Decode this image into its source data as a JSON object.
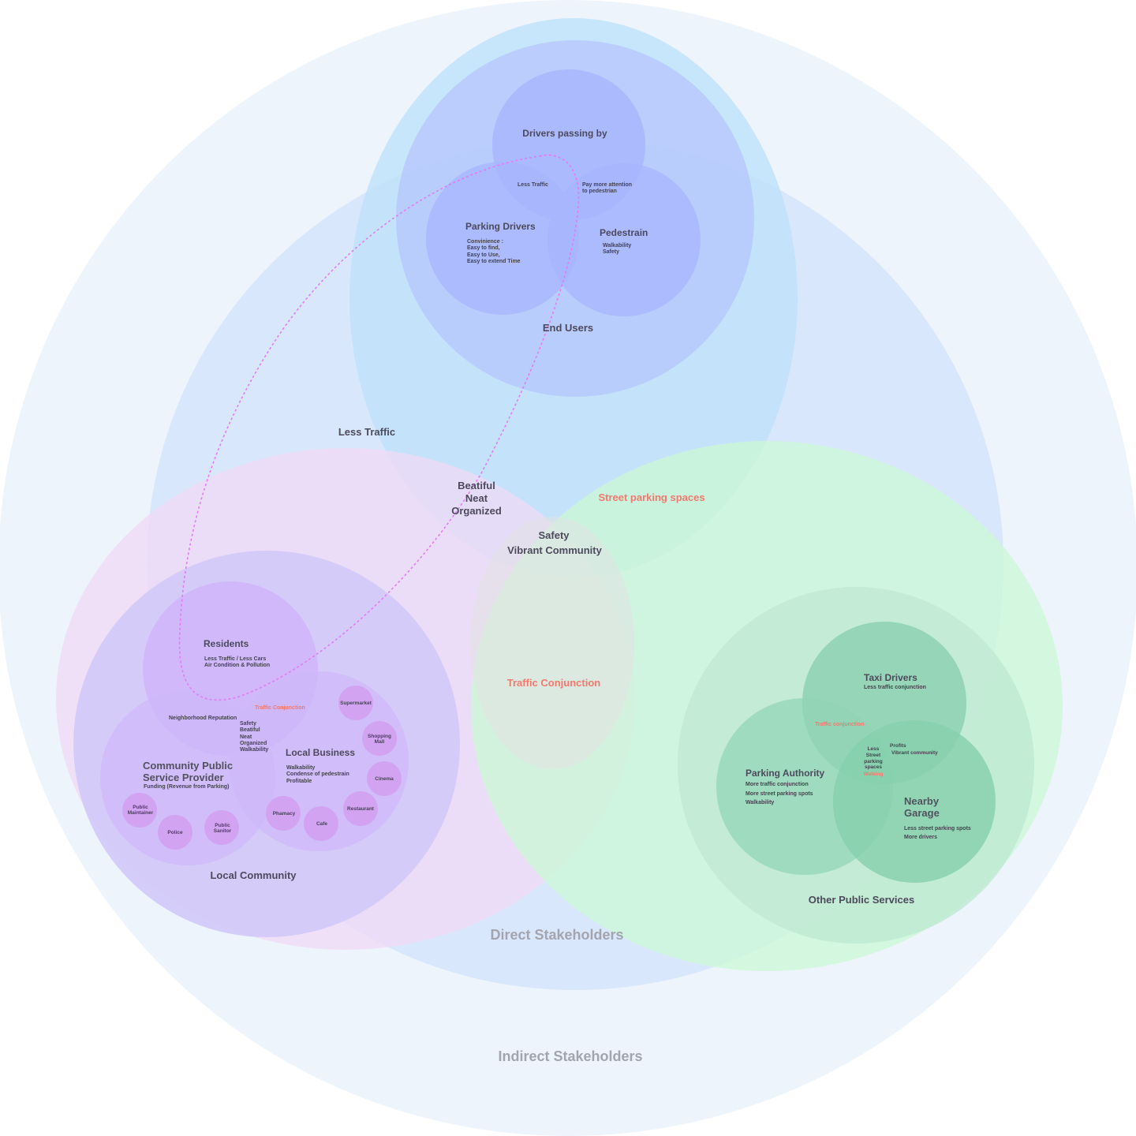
{
  "colors": {
    "indirect": "#eef4fc",
    "direct": "#d9e7fc",
    "end_users_outer": "#c8e6fa",
    "end_users_inner": "#b9cafb",
    "end_user_circles": "#a7b8fb",
    "local_community_outer": "#ecdcf6",
    "local_community_inner": "#d4ccf7",
    "local_subgroups": "#cfb8f8",
    "business_bubbles": "#d19ff0",
    "other_services_outer": "#d5f8dd",
    "other_services_inner": "#c3ecd8",
    "service_circles": "#8fd4b6",
    "connector": "#e27af8",
    "highlight_text": "#f3796d"
  },
  "groups": {
    "indirect": "Indirect Stakeholders",
    "direct": "Direct Stakeholders",
    "end_users": "End Users",
    "local_community": "Local Community",
    "other_public_services": "Other Public Services"
  },
  "end_users": {
    "drivers_passing": "Drivers passing by",
    "parking_drivers": "Parking Drivers",
    "parking_drivers_needs": "Convinience :\nEasy to find,\nEasy to Use,\nEasy to extend Time",
    "pedestrain": "Pedestrain",
    "pedestrain_needs": "Walkability\nSafety",
    "overlap_less_traffic": "Less Traffic",
    "overlap_attention": "Pay more attention\nto pedestrian"
  },
  "shared": {
    "less_traffic": "Less Traffic",
    "beautiful": "Beatiful\nNeat\nOrganized",
    "street_parking": "Street parking spaces",
    "safety": "Safety",
    "vibrant": "Vibrant Community",
    "traffic_conjunction": "Traffic Conjunction"
  },
  "local_community": {
    "residents": "Residents",
    "residents_needs": "Less Traffic / Less Cars\nAir Condition & Pollution",
    "traffic_conjunction": "Traffic Conjunction",
    "neighborhood": "Neighborhood Reputation",
    "shared_values": "Safety\nBeatiful\nNeat\nOrganized\nWalkability",
    "community_provider": "Community Public\nService Provider",
    "community_provider_needs": "Funding (Revenue from Parking)",
    "local_business": "Local Business",
    "local_business_needs": "Walkability\nCondense of pedestrain\nProfitable",
    "providers": [
      "Public\nMaintainer",
      "Police",
      "Public\nSanitor"
    ],
    "businesses": [
      "Supermarket",
      "Shopping\nMall",
      "Cinema",
      "Restaurant",
      "Cafe",
      "Phamacy"
    ]
  },
  "other_services": {
    "taxi": "Taxi Drivers",
    "taxi_needs": "Less traffic conjunction",
    "taxi_overlap": "Traffic conjunction",
    "parking_authority": "Parking Authority",
    "parking_authority_needs": [
      "More traffic conjunction",
      "More street parking spots",
      "Walkability"
    ],
    "garage": "Nearby\nGarage",
    "garage_needs": [
      "Less street parking spots",
      "More drivers"
    ],
    "center": "Less\nStreet\nparking\nspaces",
    "center_red": "Walking",
    "profits": "Profits",
    "vibrant": "Vibrant community"
  }
}
